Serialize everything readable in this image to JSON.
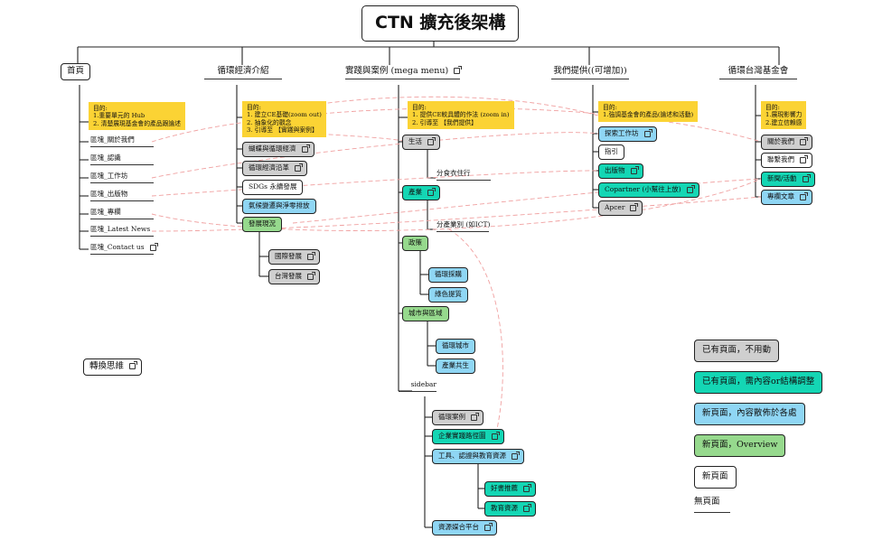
{
  "title": "CTN 擴充後架構",
  "branches": {
    "home": {
      "label": "首頁",
      "note": [
        "目的:",
        "1.重要單元的 Hub",
        "2. 清楚展現基金會的產品跟論述"
      ],
      "items": [
        "區塊_關於我們",
        "區塊_認識",
        "區塊_工作坊",
        "區塊_出版物",
        "區塊_專欄",
        "區塊_Latest News",
        "區塊_Contact us"
      ],
      "convert": "轉換思維"
    },
    "circular": {
      "label": "循環經濟介紹",
      "note": [
        "目的:",
        "1. 建立CE基礎(zoom out)",
        "2. 抽象化的觀念",
        "3. 引導至 【實踐與案例】"
      ],
      "items": [
        "蝴蝶與循環經濟",
        "循環經濟沿革",
        "SDGs 永續發展",
        "氣候變遷與淨零排放",
        "發展現況"
      ],
      "sub": [
        "國際發展",
        "台灣發展"
      ]
    },
    "practice": {
      "label": "實踐與案例 (mega menu)",
      "note": [
        "目的:",
        "1. 提供CE較具體的作法 (zoom in)",
        "2. 引導至 【我們提供】"
      ],
      "life": "生活",
      "life_sub": "分食衣住行",
      "industry": "產業",
      "industry_sub": "分產業別 (如ICT)",
      "policy": "政策",
      "policy_sub": [
        "循環採購",
        "綠色提質"
      ],
      "city": "城市與區域",
      "city_sub": [
        "循環城市",
        "產業共生"
      ],
      "sidebar": "sidebar",
      "sidebar_items": [
        "循環案例",
        "企業實踐路徑圖",
        "工具、認證與教育資源",
        "資源媒合平台"
      ],
      "tools_sub": [
        "好書推薦",
        "教育資源"
      ]
    },
    "offer": {
      "label": "我們提供((可增加))",
      "note": [
        "目的:",
        "1.強調基金會的產品(論述和活動)"
      ],
      "items": [
        "探索工作坊",
        "指引",
        "出版物",
        "Copartner (小幫往上放)",
        "Apcer"
      ]
    },
    "foundation": {
      "label": "循環台灣基金會",
      "note": [
        "目的:",
        "1.展現影響力",
        "2.建立信賴感"
      ],
      "items": [
        "關於我們",
        "聯繫我們",
        "新聞/活動",
        "專欄文章"
      ]
    }
  },
  "legend": [
    "已有頁面，不用動",
    "已有頁面，需內容or結構調整",
    "新頁面，內容散佈於各處",
    "新頁面，Overview",
    "新頁面",
    "無頁面"
  ],
  "colors": {
    "gray": "#cfcfcf",
    "teal": "#14d6b4",
    "blue": "#8fd6f4",
    "green": "#96d98d",
    "note": "#fbd334",
    "dashed_link": "#f0a0a0"
  }
}
